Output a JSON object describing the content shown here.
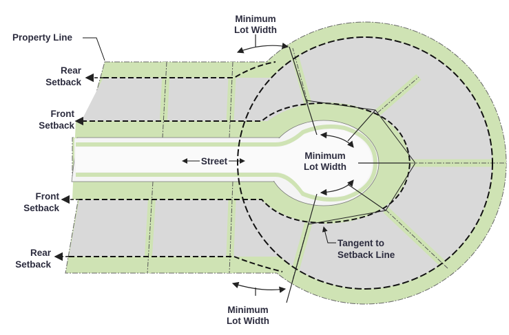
{
  "labels": {
    "property_line": "Property Line",
    "rear_setback_top": [
      "Rear",
      "Setback"
    ],
    "front_setback_top": [
      "Front",
      "Setback"
    ],
    "front_setback_bottom": [
      "Front",
      "Setback"
    ],
    "rear_setback_bottom": [
      "Rear",
      "Setback"
    ],
    "min_lot_width_top": [
      "Minimum",
      "Lot Width"
    ],
    "min_lot_width_center": [
      "Minimum",
      "Lot Width"
    ],
    "min_lot_width_bottom": [
      "Minimum",
      "Lot Width"
    ],
    "street": "Street",
    "tangent": [
      "Tangent to",
      "Setback Line"
    ]
  },
  "colors": {
    "setback_green": "#cfe3b4",
    "lot_gray": "#d9d9d9",
    "street": "#f4f4f4",
    "ink": "#2b2b3d"
  }
}
